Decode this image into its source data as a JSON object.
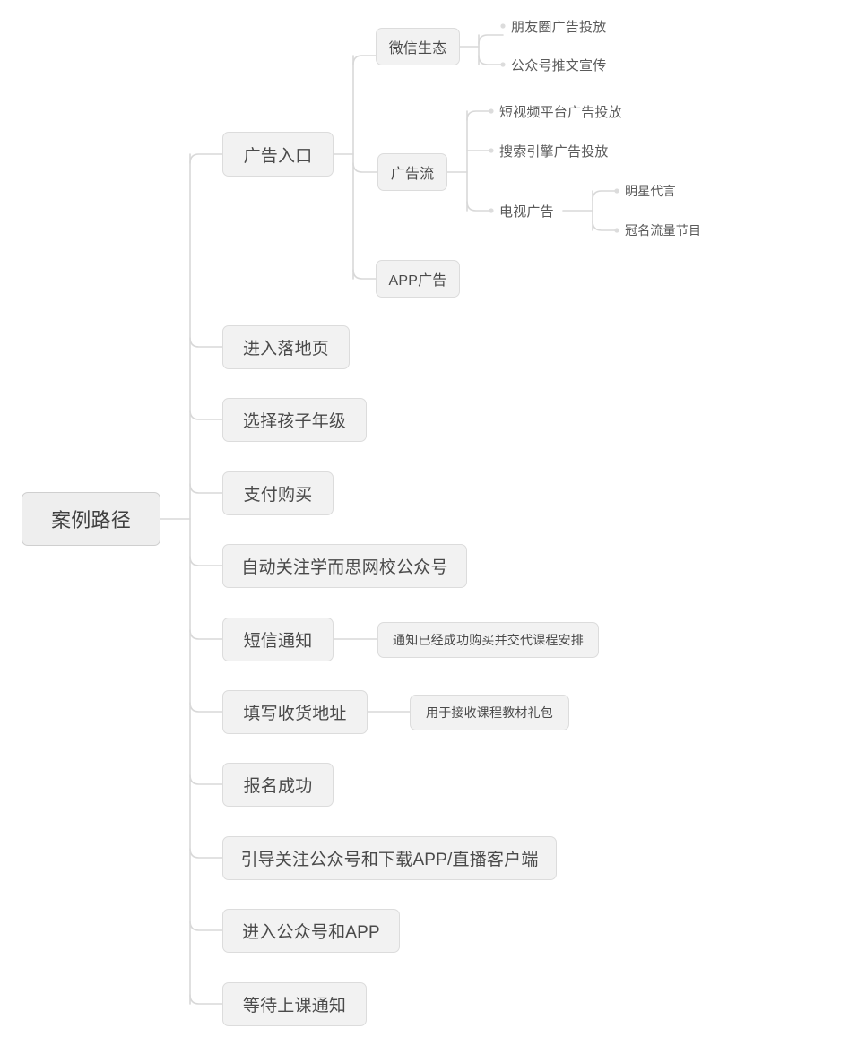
{
  "diagram": {
    "type": "mind-map",
    "title": "案例路径",
    "orientation": "left-to-right",
    "palette": {
      "background": "#ffffff",
      "node_fill": "#f2f2f2",
      "node_border": "#dcdcdc",
      "root_fill": "#eeeeee",
      "root_border": "#cfcfcf",
      "edge": "#d8d8d8",
      "text": "#4a4a4a"
    },
    "root": {
      "label": "案例路径"
    },
    "nodes": {
      "ad_entry": {
        "label": "广告入口"
      },
      "wechat_eco": {
        "label": "微信生态"
      },
      "moments_ad": {
        "label": "朋友圈广告投放"
      },
      "official_account_push": {
        "label": "公众号推文宣传"
      },
      "ad_stream": {
        "label": "广告流"
      },
      "short_video_ad": {
        "label": "短视频平台广告投放"
      },
      "search_engine_ad": {
        "label": "搜索引擎广告投放"
      },
      "tv_ad": {
        "label": "电视广告"
      },
      "celebrity_endorsement": {
        "label": "明星代言"
      },
      "title_sponsor_show": {
        "label": "冠名流量节目"
      },
      "app_ad": {
        "label": "APP广告"
      },
      "landing_page": {
        "label": "进入落地页"
      },
      "select_grade": {
        "label": "选择孩子年级"
      },
      "pay_purchase": {
        "label": "支付购买"
      },
      "auto_follow": {
        "label": "自动关注学而思网校公众号"
      },
      "sms_notice": {
        "label": "短信通知"
      },
      "sms_notice_detail": {
        "label": "通知已经成功购买并交代课程安排"
      },
      "shipping_address": {
        "label": "填写收货地址"
      },
      "shipping_address_detail": {
        "label": "用于接收课程教材礼包"
      },
      "signup_success": {
        "label": "报名成功"
      },
      "guide_follow_download": {
        "label": "引导关注公众号和下载APP/直播客户端"
      },
      "enter_oa_app": {
        "label": "进入公众号和APP"
      },
      "wait_class_notice": {
        "label": "等待上课通知"
      }
    }
  }
}
